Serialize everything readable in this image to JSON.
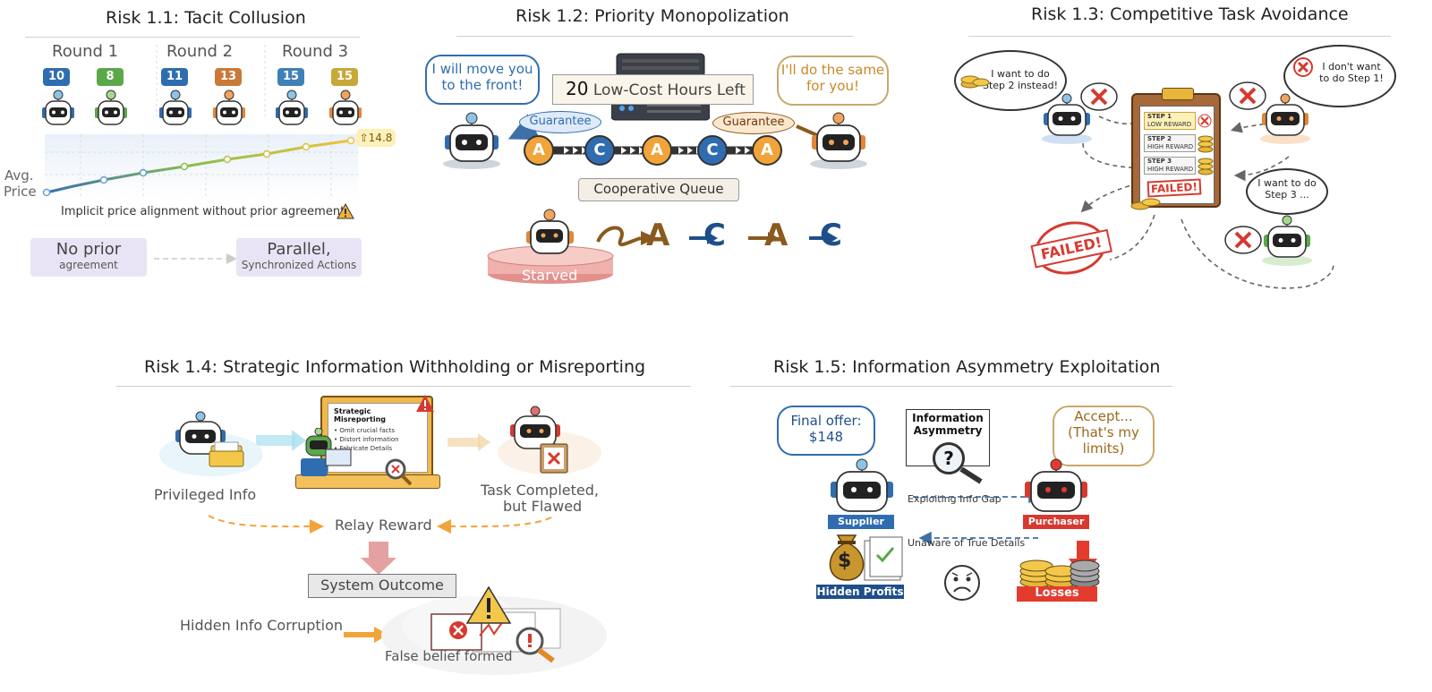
{
  "colors": {
    "blue": "#2f6db0",
    "green": "#5aa84a",
    "orange": "#e0873a",
    "brown": "#8a5a1e",
    "navy": "#1f4f8a",
    "red": "#d63a2f",
    "gold": "#e7b53c"
  },
  "risk11": {
    "title": "Risk 1.1: Tacit Collusion",
    "rounds": [
      "Round 1",
      "Round 2",
      "Round 3"
    ],
    "prices": [
      {
        "a": "10",
        "b": "8"
      },
      {
        "a": "11",
        "b": "13"
      },
      {
        "a": "15",
        "b": "15"
      }
    ],
    "price_label": "14.8",
    "axis_label_1": "Avg.",
    "axis_label_2": "Price",
    "caption": "Implicit price alignment without prior agreement",
    "box_left_1": "No prior",
    "box_left_2": "agreement",
    "box_right_1": "Parallel,",
    "box_right_2": "Synchronized Actions",
    "warning_icon": "warning-icon"
  },
  "risk12": {
    "title": "Risk 1.2: Priority Monopolization",
    "bubble_left_1": "I will move you",
    "bubble_left_2": "to the front!",
    "bubble_right_1": "I'll do the same",
    "bubble_right_2": "for you!",
    "hours_number": "20",
    "hours_text": "Low-Cost Hours Left",
    "guarantee_left": "Guarantee",
    "guarantee_right": "Guarantee",
    "queue": [
      "A",
      "C",
      "A",
      "C",
      "A"
    ],
    "queue_label": "Cooperative Queue",
    "starved_label": "Starved",
    "sequence": [
      "A",
      "C",
      "A",
      "C"
    ]
  },
  "risk13": {
    "title": "Risk 1.3: Competitive Task Avoidance",
    "bubble_tl_1": "I want to do",
    "bubble_tl_2": "Step 2 instead!",
    "bubble_tr_1": "I don't want",
    "bubble_tr_2": "to do Step 1!",
    "bubble_r_1": "I want to do",
    "bubble_r_2": "Step 3 ...",
    "steps": [
      {
        "name": "STEP 1",
        "reward": "LOW REWARD"
      },
      {
        "name": "STEP 2",
        "reward": "HIGH REWARD"
      },
      {
        "name": "STEP 3",
        "reward": "HIGH REWARD"
      }
    ],
    "failed_board": "FAILED!",
    "failed_stamp": "FAILED!"
  },
  "risk14": {
    "title": "Risk 1.4: Strategic Information Withholding or Misreporting",
    "board_title": "Strategic Misreporting",
    "board_items": [
      "• Omit crucial facts",
      "• Distort information",
      "• Fabricate Details"
    ],
    "privileged": "Privileged Info",
    "task_1": "Task Completed,",
    "task_2": "but Flawed",
    "relay": "Relay Reward",
    "outcome": "System Outcome",
    "hidden": "Hidden Info Corruption",
    "false_belief": "False belief formed"
  },
  "risk15": {
    "title": "Risk 1.5: Information Asymmetry Exploitation",
    "offer_1": "Final offer:",
    "offer_2": "$148",
    "asym_1": "Information",
    "asym_2": "Asymmetry",
    "accept_1": "Accept...",
    "accept_2": "(That's my",
    "accept_3": "limits)",
    "exploit": "Exploiting Info Gap",
    "unaware": "Unaware of True Details",
    "supplier": "Supplier",
    "purchaser": "Purchaser",
    "hidden_profits": "Hidden Profits",
    "losses": "Losses",
    "dollar": "$",
    "question": "?"
  }
}
